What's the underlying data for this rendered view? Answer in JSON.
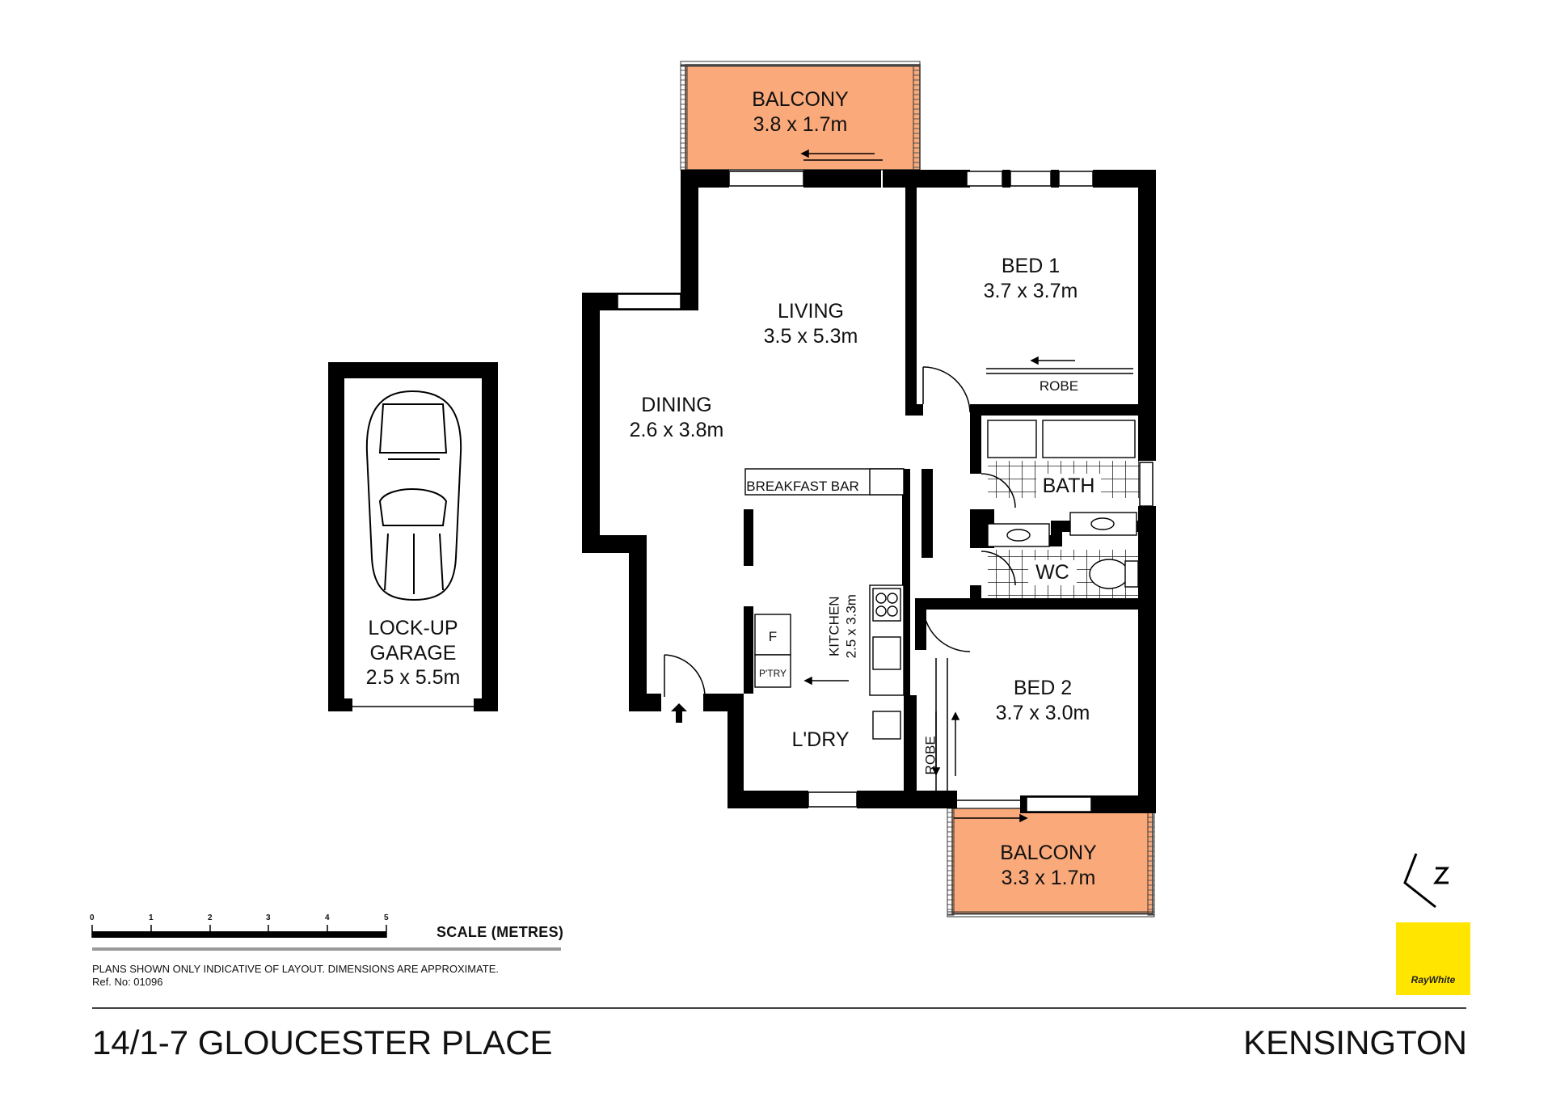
{
  "rooms": {
    "balcony_top": {
      "name": "BALCONY",
      "size": "3.8 x 1.7m"
    },
    "living": {
      "name": "LIVING",
      "size": "3.5 x 5.3m"
    },
    "dining": {
      "name": "DINING",
      "size": "2.6 x 3.8m"
    },
    "bed1": {
      "name": "BED 1",
      "size": "3.7 x 3.7m"
    },
    "robe1": {
      "name": "ROBE"
    },
    "bath": {
      "name": "BATH"
    },
    "wc": {
      "name": "WC"
    },
    "breakfast_bar": {
      "name": "BREAKFAST BAR"
    },
    "kitchen": {
      "name": "KITCHEN",
      "size": "2.5 x 3.3m"
    },
    "fridge": {
      "name": "F"
    },
    "pantry": {
      "name": "P'TRY"
    },
    "laundry": {
      "name": "L'DRY"
    },
    "bed2": {
      "name": "BED 2",
      "size": "3.7 x 3.0m"
    },
    "robe2": {
      "name": "ROBE"
    },
    "balcony_bottom": {
      "name": "BALCONY",
      "size": "3.3 x 1.7m"
    },
    "garage": {
      "name1": "LOCK-UP",
      "name2": "GARAGE",
      "size": "2.5 x 5.5m"
    }
  },
  "scale": {
    "ticks": [
      "0",
      "1",
      "2",
      "3",
      "4",
      "5"
    ],
    "title": "SCALE (METRES)"
  },
  "disclaimer": {
    "line1": "PLANS SHOWN ONLY INDICATIVE OF LAYOUT.  DIMENSIONS ARE APPROXIMATE.",
    "ref": "Ref. No: 01096"
  },
  "footer": {
    "address": "14/1-7 GLOUCESTER PLACE",
    "suburb": "KENSINGTON"
  },
  "brand": {
    "name": "RayWhite",
    "color": "#FFE500"
  },
  "colors": {
    "balcony": "#F9A97A",
    "wall": "#000000"
  },
  "north_icon": "north-arrow-icon"
}
